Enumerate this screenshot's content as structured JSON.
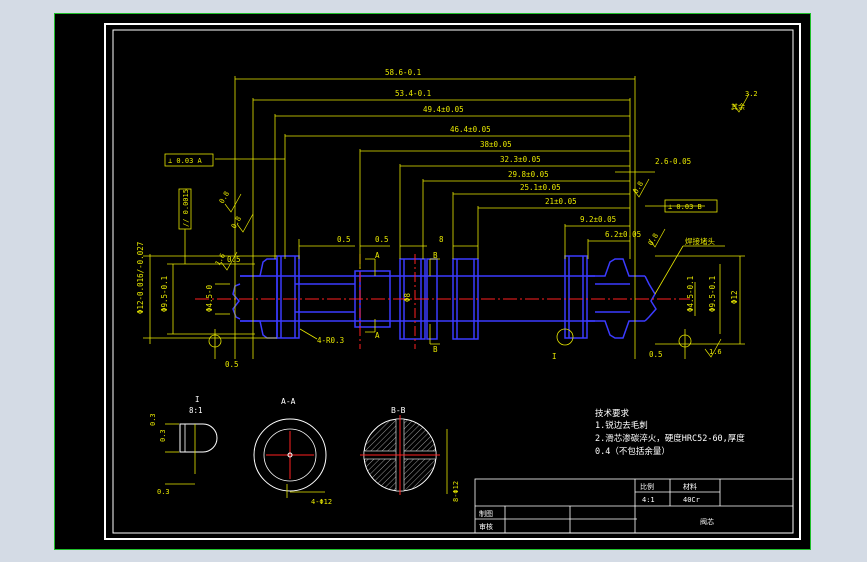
{
  "dimensions": {
    "d58_6": "58.6-0.1",
    "d53_4": "53.4-0.1",
    "d49_4": "49.4±0.05",
    "d46_4": "46.4±0.05",
    "d38": "38±0.05",
    "d32_3": "32.3±0.05",
    "d29_8": "29.8±0.05",
    "d25_1": "25.1±0.05",
    "d21": "21±0.05",
    "d9_2": "9.2±0.05",
    "d6_2": "6.2±0.05",
    "d2_6": "2.6-0.05",
    "d0_5a": "0.5",
    "d0_5b": "0.5",
    "d8": "8",
    "d0_5c": "0.5",
    "d0_5d": "0.5",
    "d0_5e": "0.5",
    "phi12_left": "Φ12-0.016/-0.027",
    "phi9_5_left": "Φ9.5-0.1",
    "phi4_5_left": "Φ4.5-0",
    "phi4_5_right": "Φ4.5-0.1",
    "phi9_5_right": "Φ9.5-0.1",
    "phi12_right": "Φ12",
    "r0_3": "4-R0.3",
    "label_a_top": "A",
    "label_a_bot": "A",
    "label_b_top": "B",
    "label_b_bot": "B",
    "label_i": "I",
    "phi8_mark": "Φ8"
  },
  "tolerance_frames": {
    "frame1": "⊥ 0.03 A",
    "frame2": "⊥ 0.03 B",
    "frame3": "// 0.0015"
  },
  "roughness": {
    "r1": "0.8",
    "r2": "0.8",
    "r3": "0.8",
    "r4": "0.8",
    "r5": "1.6",
    "r6": "1.6",
    "rest": "3.2",
    "rest_word": "其余"
  },
  "callouts": {
    "weld": "焊接堵头"
  },
  "details": {
    "detail_i_title": "I",
    "detail_i_scale": "8:1",
    "detail_i_dim1": "0.3",
    "detail_i_dim2": "0.3",
    "detail_i_dim3": "0.3",
    "section_aa": "A-A",
    "section_aa_dim": "4-Φ12",
    "section_bb": "B-B",
    "section_bb_dim": "8-Φ12"
  },
  "tech_req": {
    "title": "技术要求",
    "line1": "1.锐边去毛刺",
    "line2": "2.滑芯渗碳淬火，硬度HRC52-60,厚度",
    "line3": "0.4（不包括余量）"
  },
  "title_block": {
    "scale_label": "比例",
    "scale_value": "4:1",
    "material_label": "材料",
    "material_value": "40Cr",
    "drawn_label": "制图",
    "checked_label": "审核",
    "part_name": "阀芯"
  }
}
